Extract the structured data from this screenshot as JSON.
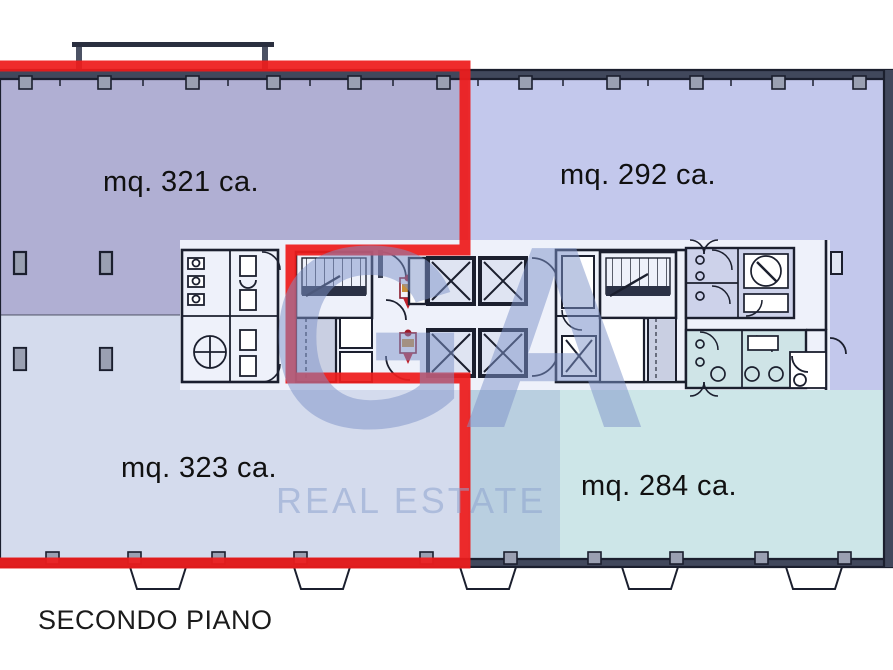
{
  "document": {
    "caption": "SECONDO PIANO",
    "type": "floor-plan"
  },
  "watermark": {
    "letters": "GA",
    "subtitle": "REAL ESTATE",
    "color": "#7e93c9"
  },
  "areas": [
    {
      "id": "upper-left",
      "label": "mq. 321 ca.",
      "value": 321,
      "unit": "mq",
      "qualifier": "ca.",
      "fill": "#b0afd3",
      "position": "top-left"
    },
    {
      "id": "upper-right",
      "label": "mq. 292 ca.",
      "value": 292,
      "unit": "mq",
      "qualifier": "ca.",
      "fill": "#c3c8ec",
      "position": "top-right"
    },
    {
      "id": "lower-left",
      "label": "mq. 323 ca.",
      "value": 323,
      "unit": "mq",
      "qualifier": "ca.",
      "fill": "#d4dbed",
      "position": "bottom-left"
    },
    {
      "id": "lower-right",
      "label": "mq. 284 ca.",
      "value": 284,
      "unit": "mq",
      "qualifier": "ca.",
      "fill": "#cde6e8",
      "position": "bottom-right"
    }
  ],
  "highlight": {
    "name": "red-boundary-outline",
    "color": "#ee1c1c",
    "stroke_width": 11,
    "description": "Thick red outline tracing the selected unit boundary"
  },
  "colors": {
    "wall": "#1b1f2e",
    "wall_light": "#3d4458",
    "background": "#ffffff",
    "core_fill": "#eef1fa",
    "red": "#ee1c1c"
  },
  "plan_features": {
    "cores": [
      "left-stair-core",
      "right-stair-core"
    ],
    "elevators": 5,
    "restroom_blocks": 4,
    "balconies": 5,
    "canopy": 1
  }
}
